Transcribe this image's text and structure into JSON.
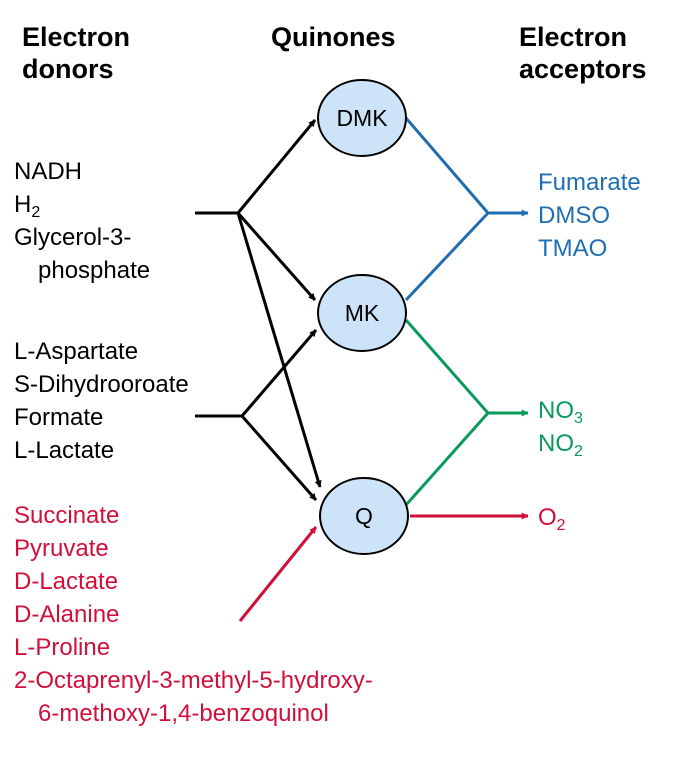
{
  "headers": {
    "donors": [
      "Electron",
      "donors"
    ],
    "quinones": "Quinones",
    "acceptors": [
      "Electron",
      "acceptors"
    ]
  },
  "donor_group_1": {
    "lines": [
      {
        "text": "NADH"
      },
      {
        "text": "H",
        "sub": "2"
      },
      {
        "text": "Glycerol-3-"
      },
      {
        "text": "phosphate"
      }
    ]
  },
  "donor_group_2": {
    "lines": [
      "L-Aspartate",
      "S-Dihydrooroate",
      "Formate",
      "L-Lactate"
    ]
  },
  "donor_group_3": {
    "lines": [
      "Succinate",
      "Pyruvate",
      "D-Lactate",
      "D-Alanine",
      "L-Proline",
      "2-Octaprenyl-3-methyl-5-hydroxy-",
      "6-methoxy-1,4-benzoquinol"
    ]
  },
  "quinones": [
    "DMK",
    "MK",
    "Q"
  ],
  "acceptor_group_1": {
    "lines": [
      "Fumarate",
      "DMSO",
      "TMAO"
    ]
  },
  "acceptor_group_2": {
    "lines": [
      {
        "text": "NO",
        "sub": "3"
      },
      {
        "text": "NO",
        "sub": "2"
      }
    ]
  },
  "acceptor_group_3": {
    "lines": [
      {
        "text": "O",
        "sub": "2"
      }
    ]
  },
  "colors": {
    "black": "#000000",
    "blue": "#1f6fb0",
    "green": "#0a9a5a",
    "red": "#d0103a",
    "node_fill": "#cde3f7",
    "node_stroke": "#000000"
  }
}
